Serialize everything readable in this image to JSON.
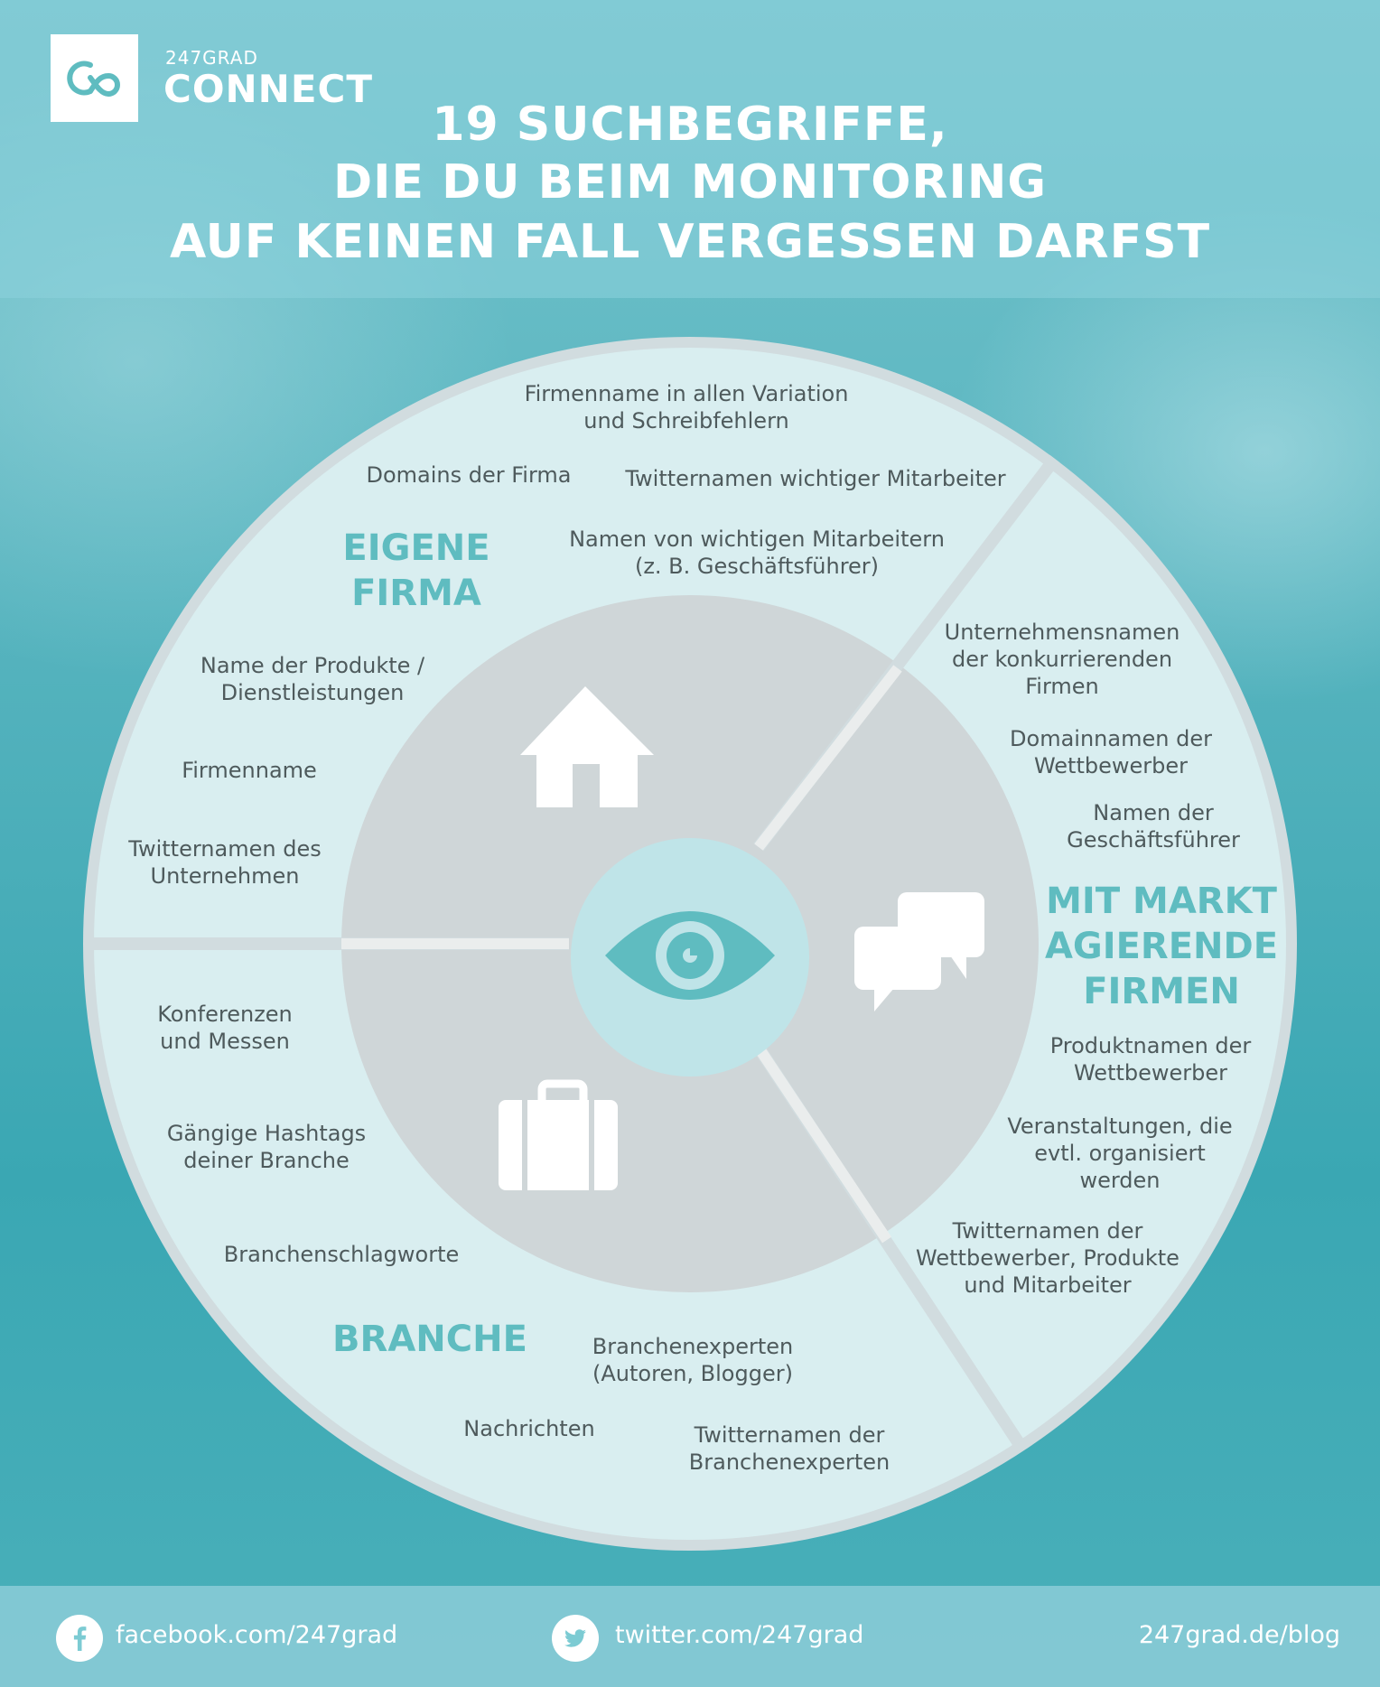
{
  "brand": {
    "top": "247GRAD",
    "name": "CONNECT",
    "logo_icon": "infinity-loop-icon"
  },
  "title": {
    "line1": "19 SUCHBEGRIFFE,",
    "line2": "DIE DU BEIM MONITORING",
    "line3": "AUF KEINEN FALL VERGESSEN DARFST"
  },
  "categories": {
    "eigene_firma": {
      "line1": "EIGENE",
      "line2": "FIRMA",
      "icon": "house-icon"
    },
    "markt": {
      "line1": "MIT MARKT",
      "line2": "AGIERENDE",
      "line3": "FIRMEN",
      "icon": "speech-bubbles-icon"
    },
    "branche": {
      "line1": "BRANCHE",
      "icon": "briefcase-icon"
    },
    "center_icon": "eye-icon"
  },
  "terms": {
    "eigene_firma": [
      {
        "l1": "Firmenname in allen Variation",
        "l2": "und Schreibfehlern"
      },
      {
        "l1": "Domains der Firma"
      },
      {
        "l1": "Twitternamen wichtiger Mitarbeiter"
      },
      {
        "l1": "Namen von wichtigen Mitarbeitern",
        "l2": "(z. B. Geschäftsführer)"
      },
      {
        "l1": "Name der Produkte /",
        "l2": "Dienstleistungen"
      },
      {
        "l1": "Firmenname"
      },
      {
        "l1": "Twitternamen des",
        "l2": "Unternehmen"
      }
    ],
    "markt": [
      {
        "l1": "Unternehmensnamen",
        "l2": "der konkurrierenden",
        "l3": "Firmen"
      },
      {
        "l1": "Domainnamen der",
        "l2": "Wettbewerber"
      },
      {
        "l1": "Namen der",
        "l2": "Geschäftsführer"
      },
      {
        "l1": "Produktnamen der",
        "l2": "Wettbewerber"
      },
      {
        "l1": "Veranstaltungen, die",
        "l2": "evtl. organisiert",
        "l3": "werden"
      },
      {
        "l1": "Twitternamen der",
        "l2": "Wettbewerber, Produkte",
        "l3": "und Mitarbeiter"
      }
    ],
    "branche": [
      {
        "l1": "Konferenzen",
        "l2": "und Messen"
      },
      {
        "l1": "Gängige Hashtags",
        "l2": "deiner Branche"
      },
      {
        "l1": "Branchenschlagworte"
      },
      {
        "l1": "Branchenexperten",
        "l2": "(Autoren, Blogger)"
      },
      {
        "l1": "Nachrichten"
      },
      {
        "l1": "Twitternamen der",
        "l2": "Branchenexperten"
      }
    ]
  },
  "footer": {
    "facebook": "facebook.com/247grad",
    "twitter": "twitter.com/247grad",
    "blog": "247grad.de/blog",
    "facebook_icon": "facebook-icon",
    "twitter_icon": "twitter-icon"
  },
  "colors": {
    "accent": "#5fbcc0",
    "outer_ring": "#d1dcdf",
    "outer_fill": "#d9eff1",
    "inner_disc": "#cfd6d8",
    "center_disc": "#bfe4e8",
    "divider": "#eaeded"
  }
}
